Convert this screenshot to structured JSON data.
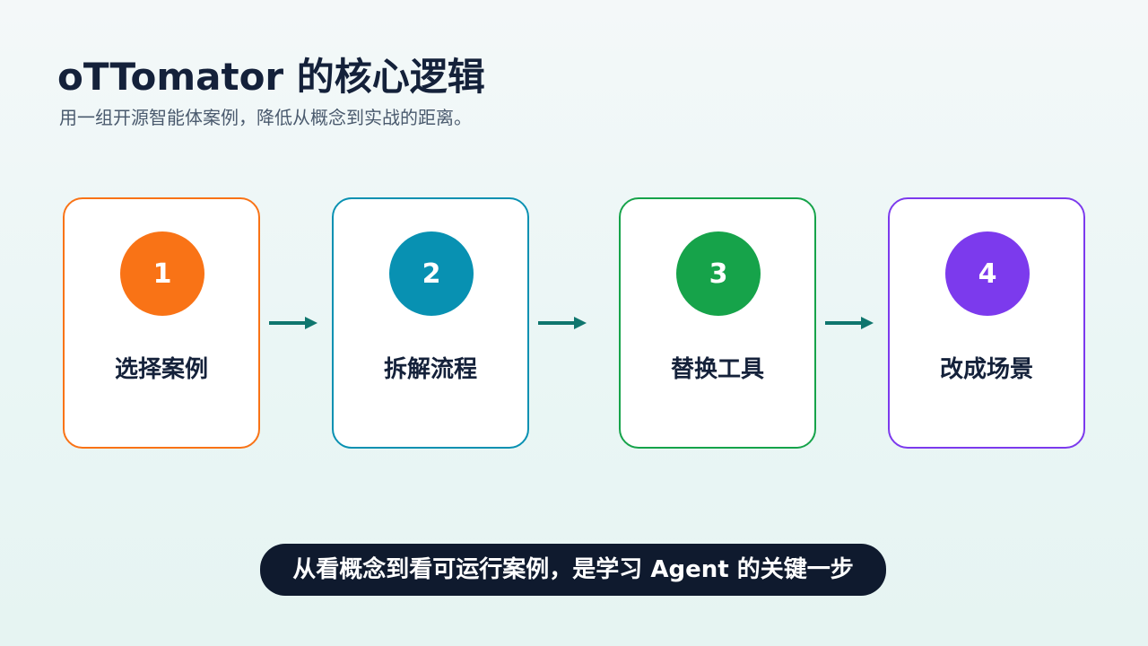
{
  "header": {
    "title": "oTTomator 的核心逻辑",
    "subtitle": "用一组开源智能体案例，降低从概念到实战的距离。"
  },
  "steps": [
    {
      "number": "1",
      "label": "选择案例",
      "color": "#f97316"
    },
    {
      "number": "2",
      "label": "拆解流程",
      "color": "#0891b2"
    },
    {
      "number": "3",
      "label": "替换工具",
      "color": "#16a34a"
    },
    {
      "number": "4",
      "label": "改成场景",
      "color": "#7c3aed"
    }
  ],
  "arrow_color": "#0f766e",
  "caption": {
    "text": "从看概念到看可运行案例，是学习 Agent 的关键一步"
  }
}
